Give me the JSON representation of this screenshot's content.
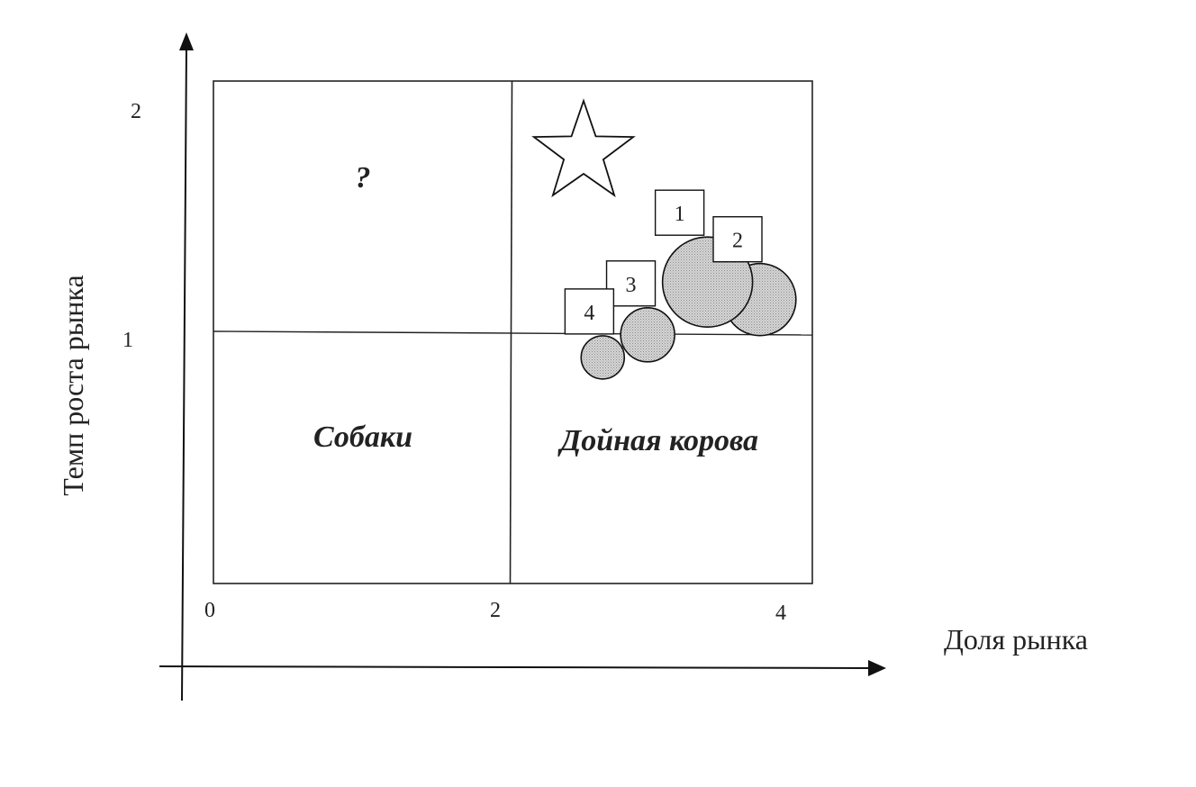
{
  "chart_data": {
    "type": "scatter",
    "title": "",
    "xlabel": "Доля рынка",
    "ylabel": "Темп роста рынка",
    "xlim": [
      0,
      4
    ],
    "ylim": [
      0,
      2
    ],
    "x_ticks": [
      "0",
      "2",
      "4"
    ],
    "y_ticks": [
      "1",
      "2"
    ],
    "divider_x": 2,
    "divider_y": 1,
    "quadrants": [
      {
        "label": "?",
        "position": "top-left"
      },
      {
        "label": "Собаки",
        "position": "bottom-left"
      },
      {
        "label": "Дойная корова",
        "position": "bottom-right"
      }
    ],
    "star_icon": "star-outline-icon",
    "bubble_color": "#c8c8c8",
    "points": [
      {
        "label": "1",
        "x": 3.3,
        "y": 1.2,
        "size": 1.0
      },
      {
        "label": "2",
        "x": 3.65,
        "y": 1.13,
        "size": 0.8
      },
      {
        "label": "3",
        "x": 2.9,
        "y": 0.99,
        "size": 0.6
      },
      {
        "label": "4",
        "x": 2.6,
        "y": 0.9,
        "size": 0.48
      }
    ]
  }
}
